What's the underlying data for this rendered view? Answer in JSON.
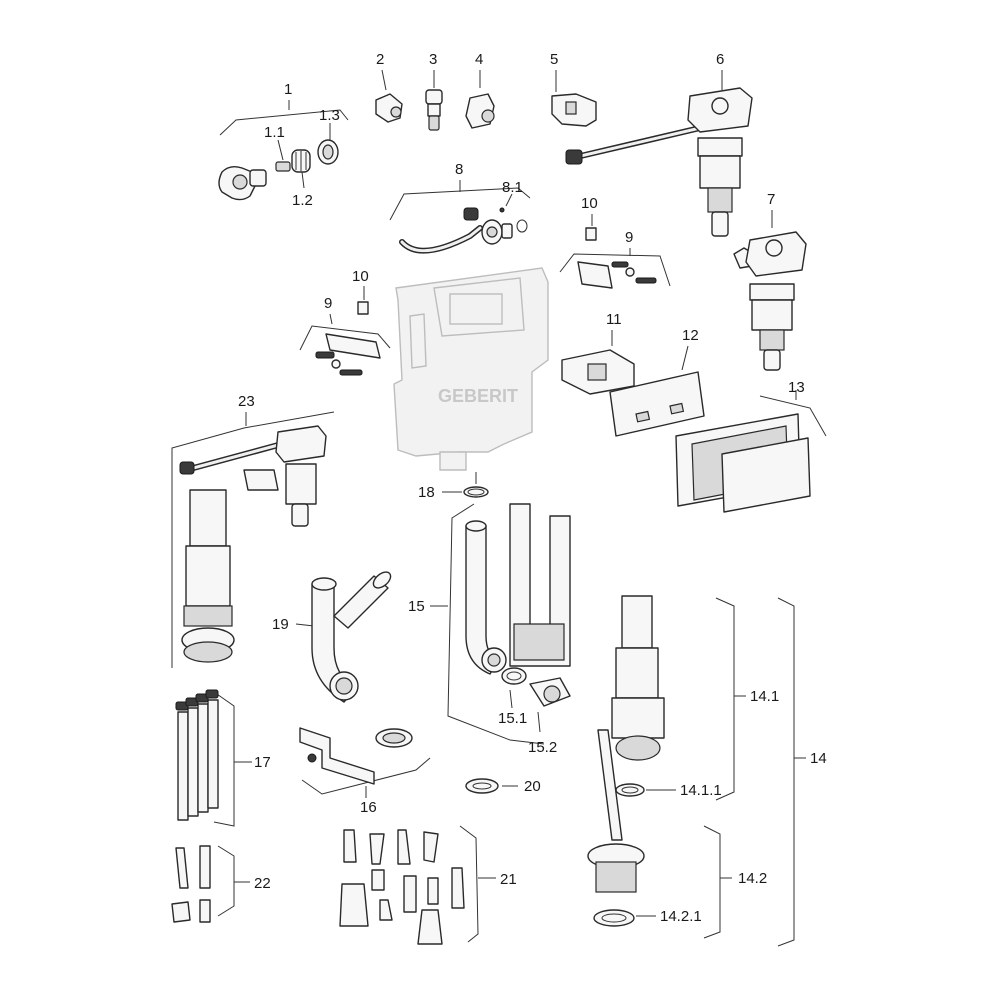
{
  "brand": "GEBERIT",
  "callouts": {
    "c1": "1",
    "c1_1": "1.1",
    "c1_2": "1.2",
    "c1_3": "1.3",
    "c2": "2",
    "c3": "3",
    "c4": "4",
    "c5": "5",
    "c6": "6",
    "c7": "7",
    "c8": "8",
    "c8_1": "8.1",
    "c9a": "9",
    "c9b": "9",
    "c10a": "10",
    "c10b": "10",
    "c11": "11",
    "c12": "12",
    "c13": "13",
    "c14": "14",
    "c14_1": "14.1",
    "c14_1_1": "14.1.1",
    "c14_2": "14.2",
    "c14_2_1": "14.2.1",
    "c15": "15",
    "c15_1": "15.1",
    "c15_2": "15.2",
    "c16": "16",
    "c17": "17",
    "c18": "18",
    "c19": "19",
    "c20": "20",
    "c21": "21",
    "c22": "22",
    "c23": "23"
  }
}
